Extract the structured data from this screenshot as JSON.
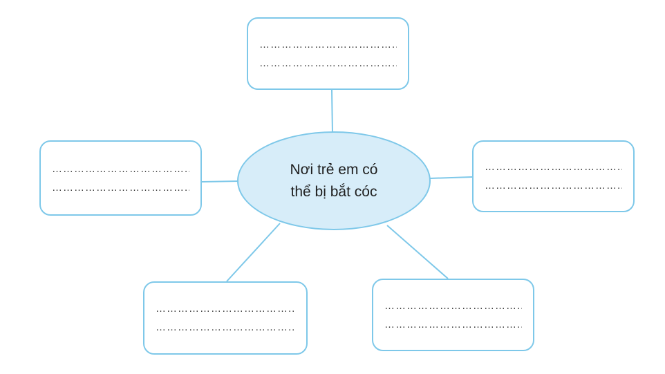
{
  "diagram": {
    "title": "Nơi trẻ em có thể bị bắt cóc",
    "accent_color": "#7ec8e9",
    "center_fill_color": "#d7edf9",
    "center": {
      "line1": "Nơi trẻ em có",
      "line2": "thể bị bắt cóc"
    },
    "boxes": [
      {
        "position": "top",
        "line1": "………………………………...",
        "line2": "……………………………….."
      },
      {
        "position": "left",
        "line1": "………………………………...",
        "line2": "……………………………….."
      },
      {
        "position": "right",
        "line1": "………………………………...",
        "line2": "……………………………….."
      },
      {
        "position": "bottom-left",
        "line1": "………………………………...",
        "line2": "……………………………….."
      },
      {
        "position": "bottom-right",
        "line1": "………………………………...",
        "line2": "……………………………….."
      }
    ]
  }
}
